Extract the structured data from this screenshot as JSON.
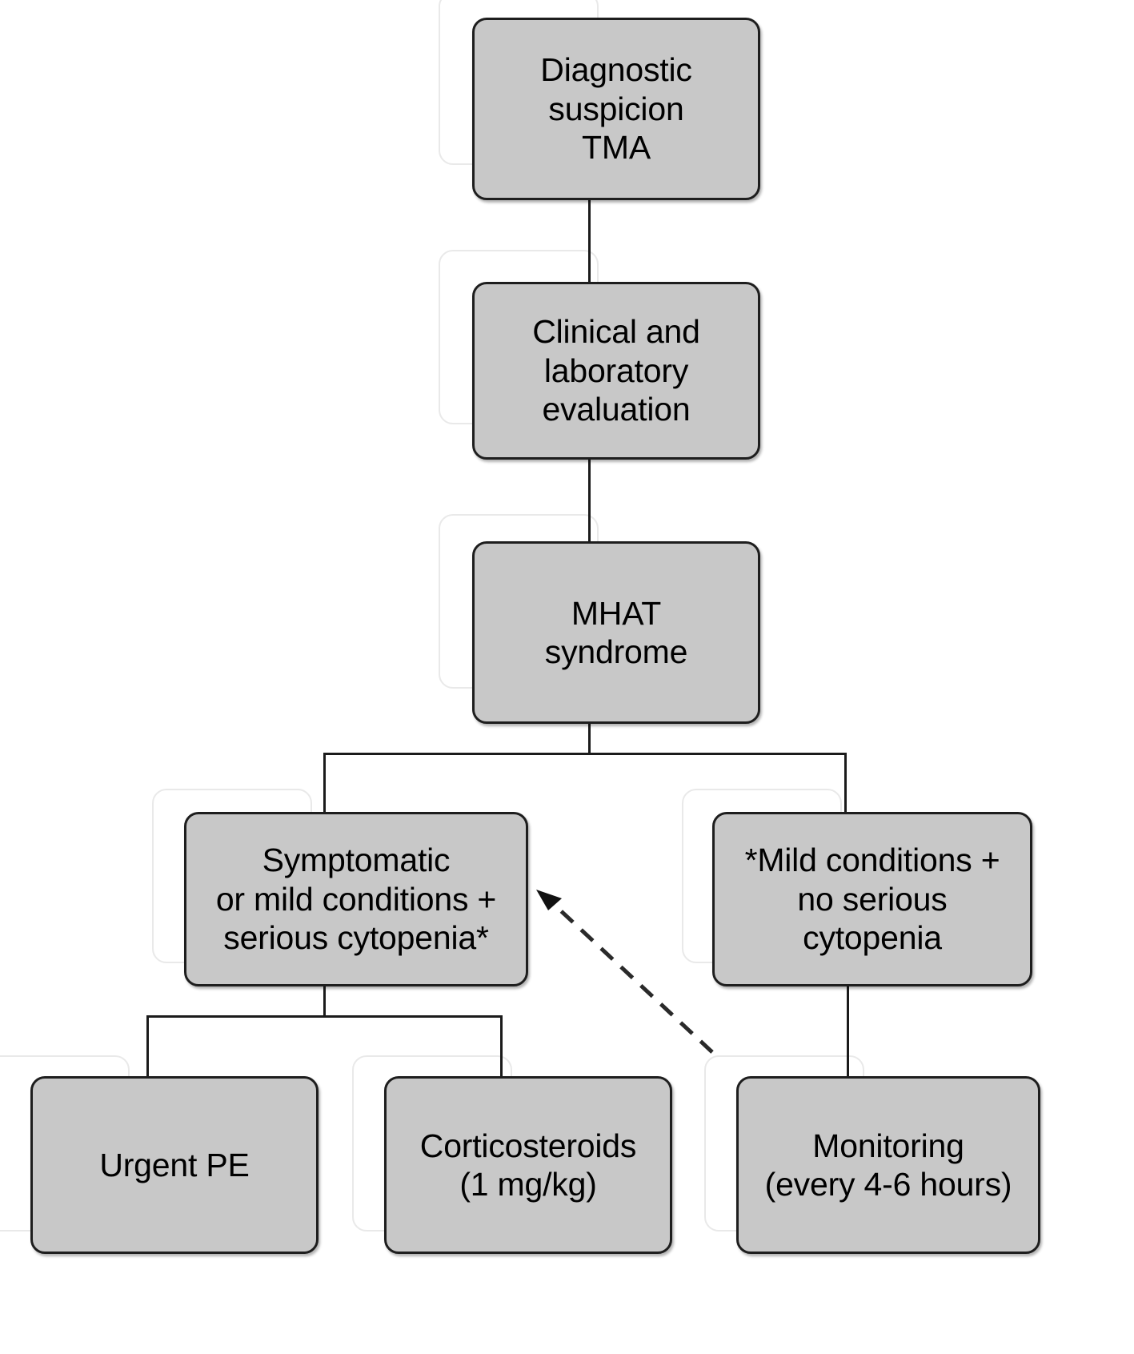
{
  "diagram": {
    "title": "TMA management algorithm flowchart",
    "style": {
      "node_fill": "#c8c8c8",
      "node_border": "#1e1e1e",
      "connector_color": "#1b1b1b",
      "background": "#ffffff"
    },
    "nodes": [
      {
        "id": "diagnostic-suspicion",
        "text": "Diagnostic\nsuspicion\nTMA"
      },
      {
        "id": "clinical-lab-evaluation",
        "text": "Clinical and\nlaboratory\nevaluation"
      },
      {
        "id": "mhat-syndrome",
        "text": "MHAT\nsyndrome"
      },
      {
        "id": "symptomatic-severe",
        "text": "Symptomatic\nor mild conditions +\nserious cytopenia*"
      },
      {
        "id": "mild-no-serious-cytopenia",
        "text": "*Mild conditions +\nno serious\ncytopenia"
      },
      {
        "id": "urgent-pe",
        "text": "Urgent PE"
      },
      {
        "id": "corticosteroids",
        "text": "Corticosteroids\n(1 mg/kg)"
      },
      {
        "id": "monitoring",
        "text": "Monitoring\n(every 4-6 hours)"
      }
    ],
    "edges": [
      {
        "id": "edge-suspicion-to-evaluation",
        "from": "diagnostic-suspicion",
        "to": "clinical-lab-evaluation",
        "style": "solid"
      },
      {
        "id": "edge-evaluation-to-mhat",
        "from": "clinical-lab-evaluation",
        "to": "mhat-syndrome",
        "style": "solid"
      },
      {
        "id": "edge-mhat-to-symptomatic",
        "from": "mhat-syndrome",
        "to": "symptomatic-severe",
        "style": "solid"
      },
      {
        "id": "edge-mhat-to-mild",
        "from": "mhat-syndrome",
        "to": "mild-no-serious-cytopenia",
        "style": "solid"
      },
      {
        "id": "edge-symptomatic-to-urgent-pe",
        "from": "symptomatic-severe",
        "to": "urgent-pe",
        "style": "solid"
      },
      {
        "id": "edge-symptomatic-to-corticosteroids",
        "from": "symptomatic-severe",
        "to": "corticosteroids",
        "style": "solid"
      },
      {
        "id": "edge-mild-to-monitoring",
        "from": "mild-no-serious-cytopenia",
        "to": "monitoring",
        "style": "solid"
      },
      {
        "id": "edge-monitoring-to-symptomatic",
        "from": "monitoring",
        "to": "symptomatic-severe",
        "style": "dashed-arrow"
      }
    ]
  }
}
